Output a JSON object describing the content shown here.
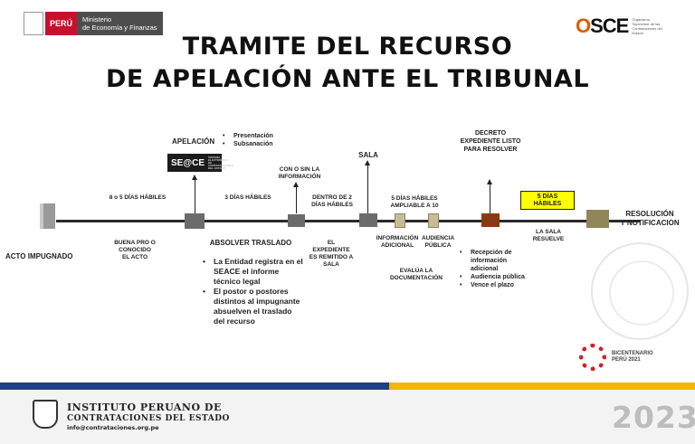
{
  "header": {
    "peru_label": "PERÚ",
    "ministry_line1": "Ministerio",
    "ministry_line2": "de Economía y Finanzas",
    "osce_word": "SCE",
    "osce_o": "O",
    "osce_sub": "Organismo Supervisor de las Contrataciones del Estado"
  },
  "title": {
    "line1": "TRAMITE DEL RECURSO",
    "line2": "DE APELACIÓN ANTE EL TRIBUNAL"
  },
  "timeline": {
    "start_label": "ACTO IMPUGNADO",
    "seg1_top": "8 o 5 DÍAS HÁBILES",
    "seg1_bottom": [
      "BUENA PRO O",
      "CONOCIDO",
      "EL ACTO"
    ],
    "apelacion_label": "APELACIÓN",
    "apelacion_items": [
      "Presentación",
      "Subsanación"
    ],
    "seace_logo": "SE@CE",
    "seace_small": "SISTEMA ELECTRÓNICO DE CONTRATACIONES DEL ESTADO",
    "seg2_top": "3 DÍAS HÁBILES",
    "absolver_label": "ABSOLVER TRASLADO",
    "absolver_items": [
      "La Entidad registra en el SEACE el informe técnico legal",
      "El postor o postores distintos al impugnante absuelven el traslado del recurso"
    ],
    "informacion_top": [
      "CON O SIN LA",
      "INFORMACIÓN"
    ],
    "seg3_top": [
      "DENTRO DE 2",
      "DÍAS HÁBILES"
    ],
    "seg3_bottom": [
      "EL",
      "EXPEDIENTE",
      "ES REMITIDO A",
      "SALA"
    ],
    "sala_label": "SALA",
    "seg4_top": [
      "5 DÍAS HÁBILES",
      "AMPLIABLE A 10"
    ],
    "info_adicional": [
      "INFORMACIÓN",
      "ADICIONAL"
    ],
    "audiencia": [
      "AUDIENCIA",
      "PÚBLICA"
    ],
    "evalua": [
      "EVALÚA LA",
      "DOCUMENTACIÓN"
    ],
    "decreto_top": [
      "DECRETO",
      "EXPEDIENTE LISTO",
      "PARA RESOLVER"
    ],
    "decreto_items": [
      "Recepción de información adicional",
      "Audiencia pública",
      "Vence el plazo"
    ],
    "highlight": [
      "5 DÍAS",
      "HÁBILES"
    ],
    "sala_resuelve": [
      "LA SALA",
      "RESUELVE"
    ],
    "end_label": [
      "RESOLUCIÓN",
      "Y NOTIFICACION"
    ]
  },
  "bicentenario": {
    "line1": "BICENTENARIO",
    "line2": "PERÚ 2021"
  },
  "footer": {
    "org_line1": "INSTITUTO PERUANO DE",
    "org_line2": "CONTRATACIONES DEL ESTADO",
    "email": "info@contrataciones.org.pe",
    "year": "2023"
  },
  "colors": {
    "red": "#c8102e",
    "navy": "#1f3f86",
    "gold": "#f2b705",
    "highlight": "#ffff00",
    "box_gray": "#6b6b6b",
    "box_tan": "#c8bc98",
    "box_brown": "#8a3a12",
    "box_olive": "#8f8659"
  }
}
